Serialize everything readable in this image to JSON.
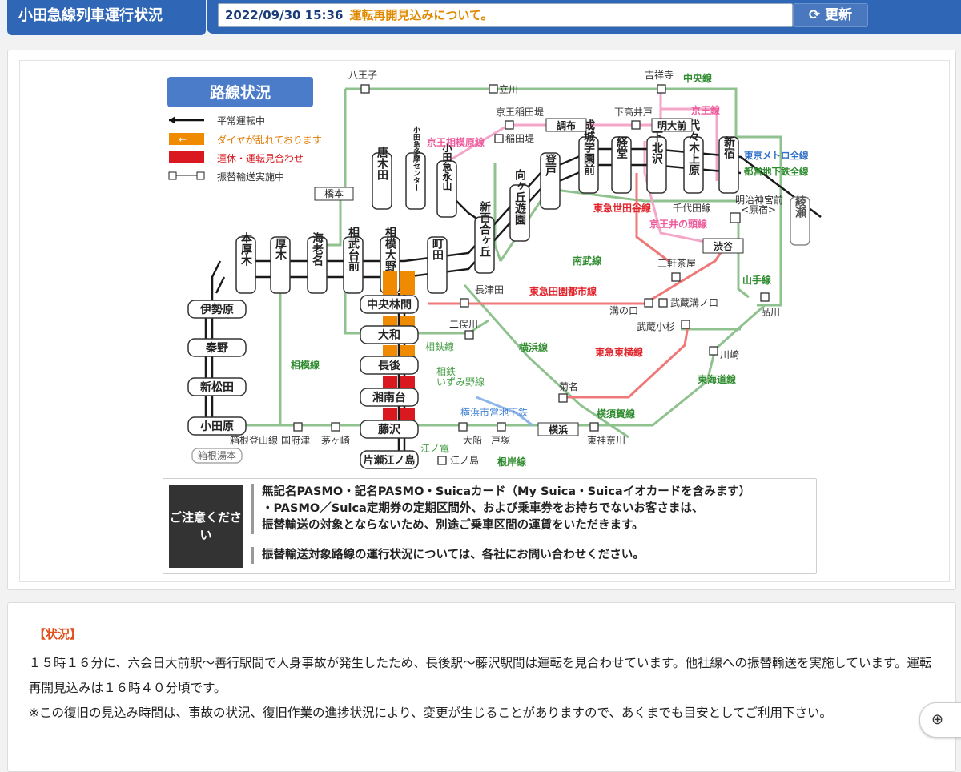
{
  "header": {
    "title": "小田急線列車運行状況",
    "ticker_datetime": "2022/09/30 15:36",
    "ticker_message": "運転再開見込みについて。",
    "refresh_label": "更新"
  },
  "map": {
    "heading": "路線状況",
    "legend": {
      "normal": "平常運転中",
      "delay": "ダイヤが乱れております",
      "suspended": "運休・運転見合わせ",
      "transfer": "振替輸送実施中"
    },
    "stations": {
      "hon_atsugi": "本厚木",
      "atsugi": "厚木",
      "ebina": "海老名",
      "sagami_otsuka": "相武台前",
      "sagami_ono": "相模大野",
      "machida": "町田",
      "shinyurigaoka": "新百合ヶ丘",
      "mukogaoka": "向ヶ丘遊園",
      "noborito": "登戸",
      "seijo": "成城学園前",
      "kyodo": "経堂",
      "shimokitazawa": "下北沢",
      "yoyogi_uehara": "代々木上原",
      "shinjuku": "新宿",
      "karakida": "唐木田",
      "tama_center": "小田急多摩センター",
      "nagayama": "小田急永山",
      "chuo_rinkan": "中央林間",
      "yamato": "大和",
      "chogo": "長後",
      "shonandai": "湘南台",
      "fujisawa": "藤沢",
      "katase": "片瀬江ノ島",
      "isehara": "伊勢原",
      "hadano": "秦野",
      "shin_matsuda": "新松田",
      "odawara": "小田原",
      "hakone": "箱根湯本",
      "ayase": "綾瀬",
      "hashimoto": "橋本",
      "chofu": "調布",
      "meidaimae": "明大前",
      "shibuya": "渋谷",
      "yokohama": "横浜"
    },
    "labels": {
      "hachioji": "八王子",
      "tachikawa": "立川",
      "kichijoji": "吉祥寺",
      "keio_inadazutsumi": "京王稲田堤",
      "inadazutsumi": "稲田堤",
      "shimotakaido": "下高井戸",
      "nagatsuta": "長津田",
      "futamatagawa": "二俣川",
      "mizonokuchi": "溝の口",
      "musashi_mizonokuchi": "武蔵溝ノ口",
      "musashi_kosugi": "武蔵小杉",
      "sangenjaya": "三軒茶屋",
      "shinagawa": "品川",
      "kawasaki": "川崎",
      "kikuna": "菊名",
      "higashi_kanagawa": "東神奈川",
      "ofuna": "大船",
      "totsuka": "戸塚",
      "enoshima": "江ノ島",
      "kozu": "国府津",
      "chigasaki": "茅ヶ崎",
      "meiji_jingumae": "明治神宮前",
      "harajuku": "<原宿>"
    },
    "lines": {
      "chuo": "中央線",
      "keio": "京王線",
      "sagamihara": "京王相模原線",
      "metro": "東京メトロ全線",
      "toei": "都営地下鉄全線",
      "tokyu_setagaya": "東急世田谷線",
      "chiyoda": "千代田線",
      "inokashira": "京王井の頭線",
      "nambu": "南武線",
      "yamanote": "山手線",
      "denentoshi": "東急田園都市線",
      "toyoko": "東急東横線",
      "sotetsu": "相鉄線",
      "sotetsu_izumino": "相鉄",
      "izumino": "いずみ野線",
      "yokohama_line": "横浜線",
      "sagami": "相模線",
      "subway": "横浜市営地下鉄",
      "tokaido": "東海道線",
      "yokosuka": "横須賀線",
      "enoden": "江ノ電",
      "negishi": "根岸線",
      "hakone_tozan": "箱根登山線"
    }
  },
  "notice": {
    "badge": "ご注意ください",
    "text1a": "無記名PASMO・記名PASMO・Suicaカード（My Suica・Suicaイオカードを含みます）",
    "text1b": "・PASMO／Suica定期券の定期区間外、および乗車券をお持ちでないお客さまは、",
    "text1c": "振替輸送の対象とならないため、別途ご乗車区間の運賃をいただきます。",
    "text2": "振替輸送対象路線の運行状況については、各社にお問い合わせください。"
  },
  "status": {
    "heading": "【状況】",
    "body": "１５時１６分に、六会日大前駅〜善行駅間で人身事故が発生したため、長後駅〜藤沢駅間は運転を見合わせています。他社線への振替輸送を実施しています。運転再開見込みは１６時４０分頃です。",
    "note": "※この復旧の見込み時間は、事故の状況、復旧作業の進捗状況により、変更が生じることがありますので、あくまでも目安としてご利用下さい。"
  },
  "colors": {
    "blue": "#2f66b6",
    "orange": "#f08a00",
    "red": "#d9181f"
  },
  "icons": {
    "refresh": "refresh-icon",
    "globe": "globe-icon"
  }
}
